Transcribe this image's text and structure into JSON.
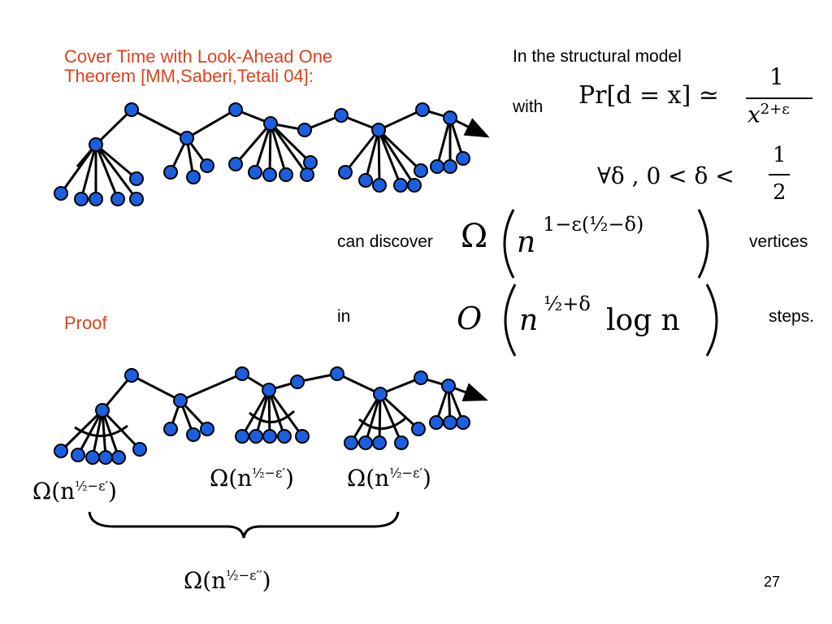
{
  "title": {
    "line1": "Cover Time with Look-Ahead One",
    "line2": "Theorem [MM,Saberi,Tetali 04]:"
  },
  "proof_label": "Proof",
  "right": {
    "line1": "In the structural model",
    "with": "with",
    "can_discover": "can discover",
    "vertices": "vertices",
    "in": "in",
    "steps": "steps."
  },
  "formulas": {
    "prob_lhs": "Pr[d = x] ≃",
    "prob_num": "1",
    "prob_den_base": "x",
    "prob_den_exp": "2+ε",
    "forall_text": "∀δ , 0 < δ <",
    "forall_num": "1",
    "forall_den": "2",
    "omega_symbol": "Ω",
    "omega_base": "n",
    "omega_exp": "1−ε(½−δ)",
    "o_symbol": "O",
    "o_base": "n",
    "o_exp": "½+δ",
    "o_log": "log n",
    "proof_a": "Ω(n",
    "proof_a_exp": "½−ε′",
    "proof_b": "Ω(n",
    "proof_b_exp": "½−ε′",
    "proof_c": "Ω(n",
    "proof_c_exp": "½−ε′",
    "proof_total": "Ω(n",
    "proof_total_exp": "½−ε′′"
  },
  "page_number": "27",
  "colors": {
    "title_red": "#e0401c",
    "node_blue": "#1a5fe0"
  }
}
